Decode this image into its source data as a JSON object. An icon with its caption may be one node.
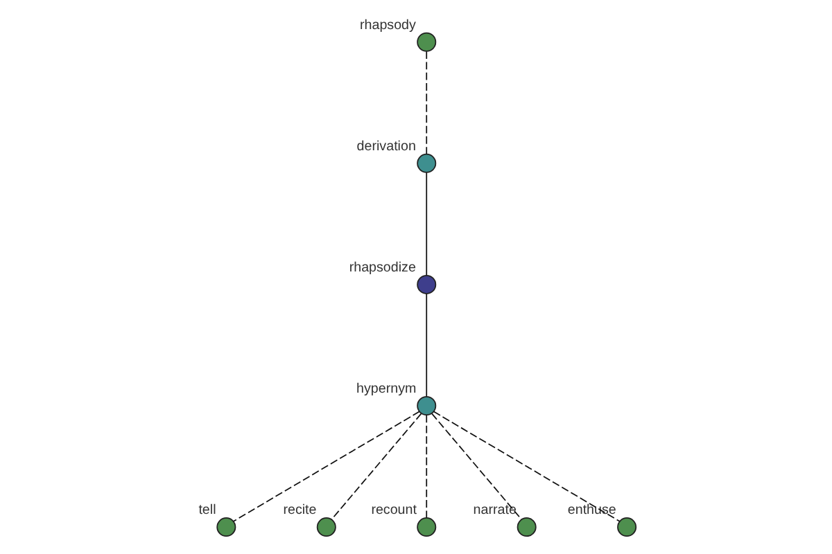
{
  "diagram": {
    "nodes": [
      {
        "text": [],
        "shape": "circle",
        "beside": [
          "rhapsody"
        ]
      },
      {
        "text": [],
        "shape": "circle",
        "beside": [
          "derivation"
        ]
      },
      {
        "text": [],
        "shape": "circle",
        "beside": [
          "rhapsodize"
        ]
      },
      {
        "text": [],
        "shape": "circle",
        "beside": [
          "hypernym"
        ]
      },
      {
        "text": [],
        "shape": "circle",
        "beside": [
          "tell"
        ]
      },
      {
        "text": [],
        "shape": "circle",
        "beside": [
          "recite"
        ]
      },
      {
        "text": [],
        "shape": "circle",
        "beside": [
          "recount"
        ]
      },
      {
        "text": [],
        "shape": "circle",
        "beside": [
          "narrate"
        ]
      },
      {
        "text": [],
        "shape": "circle",
        "beside": [
          "enthuse"
        ]
      }
    ],
    "edges": [
      {
        "from": 0,
        "to": 1,
        "arrow": "none",
        "style": "dashed"
      },
      {
        "from": 1,
        "to": 2,
        "arrow": "none"
      },
      {
        "from": 2,
        "to": 3,
        "arrow": "none"
      },
      {
        "from": 3,
        "to": 4,
        "arrow": "none",
        "style": "dashed"
      },
      {
        "from": 3,
        "to": 5,
        "arrow": "none",
        "style": "dashed"
      },
      {
        "from": 3,
        "to": 6,
        "arrow": "none",
        "style": "dashed"
      },
      {
        "from": 3,
        "to": 7,
        "arrow": "none",
        "style": "dashed"
      },
      {
        "from": 3,
        "to": 8,
        "arrow": "none",
        "style": "dashed"
      }
    ]
  }
}
